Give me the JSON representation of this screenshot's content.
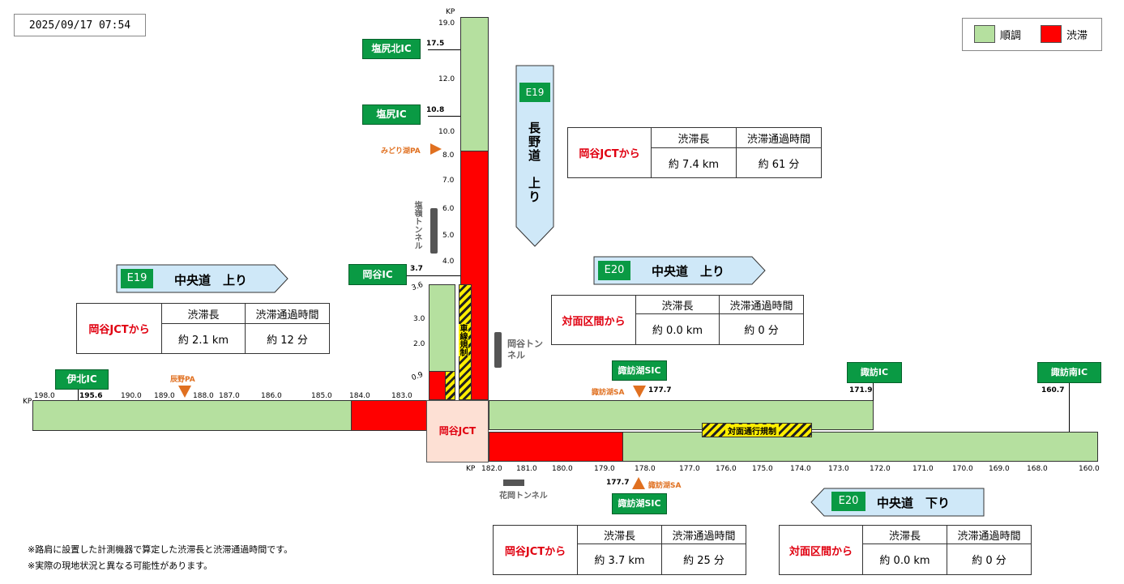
{
  "timestamp": "2025/09/17 07:54",
  "legend": {
    "smooth_label": "順調",
    "jam_label": "渋滞",
    "smooth_color": "#b5e09f",
    "jam_color": "#ff0000"
  },
  "nagano_up": {
    "route": "E19",
    "name": "長野道　上り",
    "ic_shiojiri_north": "塩尻北IC",
    "ic_shiojiri": "塩尻IC",
    "ic_okaya": "岡谷IC",
    "pa_midoriko": "みどり湖PA",
    "tunnel_shiomine": "塩嶺トンネル",
    "tunnel_okaya": "岡谷トンネル",
    "kp_top": "KP",
    "kp_labels": [
      "19.0",
      "17.5",
      "12.0",
      "10.8",
      "10.0",
      "8.0",
      "7.0",
      "6.0",
      "5.0",
      "4.0",
      "3.7",
      "3.6",
      "3.0",
      "2.0",
      "0.9"
    ],
    "lane_reg": "車線規制",
    "from": "岡谷JCTから",
    "h_len": "渋滞長",
    "h_time": "渋滞通過時間",
    "len": "約 7.4 km",
    "time": "約 61 分"
  },
  "e19_chuo_up": {
    "route": "E19",
    "name": "中央道　上り",
    "from": "岡谷JCTから",
    "h_len": "渋滞長",
    "h_time": "渋滞通過時間",
    "len": "約 2.1 km",
    "time": "約 12 分",
    "ic_ihoku": "伊北IC",
    "pa_tatsuno": "辰野PA",
    "kp": "KP",
    "kp_labels": [
      "198.0",
      "195.6",
      "190.0",
      "189.0",
      "188.0",
      "187.0",
      "186.0",
      "185.0",
      "184.0",
      "183.0"
    ]
  },
  "e20_chuo_up": {
    "route": "E20",
    "name": "中央道　上り",
    "from": "対面区間から",
    "h_len": "渋滞長",
    "h_time": "渋滞通過時間",
    "len": "約 0.0 km",
    "time": "約 0 分",
    "ic_suwako_sic": "諏訪湖SIC",
    "sa_suwako": "諏訪湖SA",
    "kp_sa": "177.7",
    "ic_suwa": "諏訪IC",
    "kp_suwa": "171.9",
    "ic_suwa_south": "諏訪南IC",
    "kp_suwa_south": "160.7",
    "reg": "対面通行規制"
  },
  "e20_chuo_down": {
    "route": "E20",
    "name": "中央道　下り",
    "from": "対面区間から",
    "h_len": "渋滞長",
    "h_time": "渋滞通過時間",
    "len": "約 0.0 km",
    "time": "約 0 分",
    "kp": "KP",
    "kp_labels": [
      "182.0",
      "181.0",
      "180.0",
      "179.0",
      "178.0",
      "177.0",
      "176.0",
      "175.0",
      "174.0",
      "173.0",
      "172.0",
      "171.0",
      "170.0",
      "169.0",
      "168.0",
      "160.0"
    ],
    "tunnel_hanaoka": "花岡トンネル",
    "kp_sa": "177.7",
    "sa_suwako": "諏訪湖SA",
    "ic_suwako_sic": "諏訪湖SIC"
  },
  "okaya_down": {
    "from": "岡谷JCTから",
    "h_len": "渋滞長",
    "h_time": "渋滞通過時間",
    "len": "約 3.7 km",
    "time": "約 25 分"
  },
  "jct": "岡谷JCT",
  "notes": [
    "※路肩に設置した計測機器で算定した渋滞長と渋滞通過時間です。",
    "※実際の現地状況と異なる可能性があります。"
  ]
}
